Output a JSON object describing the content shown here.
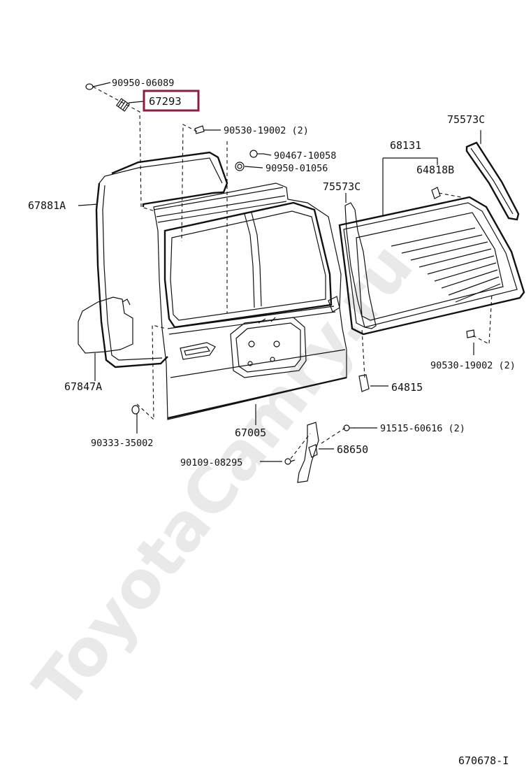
{
  "diagram": {
    "watermark": "ToyotaCamry.ru",
    "figure_code": "670678-I",
    "highlight_color": "#8b1e3f",
    "highlighted_part": "67293",
    "labels": {
      "p90950_06089": "90950-06089",
      "p67293": "67293",
      "p90530_19002_top": "90530-19002 (2)",
      "p90467_10058": "90467-10058",
      "p90950_01056": "90950-01056",
      "p67881a": "67881A",
      "p67847a": "67847A",
      "p90333_35002": "90333-35002",
      "p67005": "67005",
      "p90109_08295": "90109-08295",
      "p68650": "68650",
      "p91515_60616": "91515-60616 (2)",
      "p64815": "64815",
      "p90530_19002_right": "90530-19002 (2)",
      "p75573c_left": "75573C",
      "p68131": "68131",
      "p64818b": "64818B",
      "p75573c_right": "75573C"
    }
  }
}
